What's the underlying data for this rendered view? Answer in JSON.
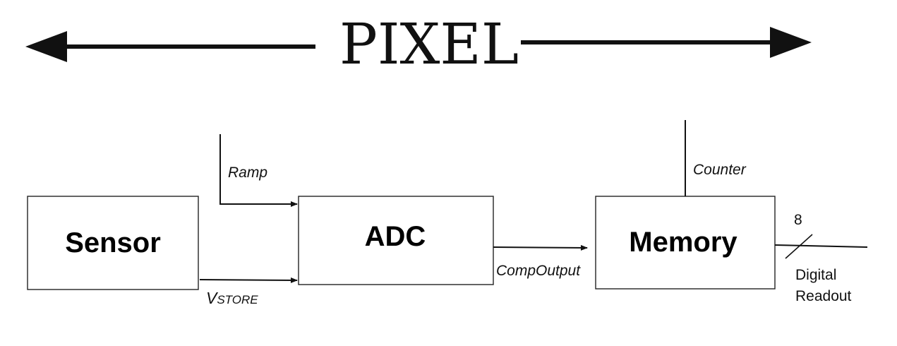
{
  "title": "PIXEL",
  "blocks": {
    "sensor": "Sensor",
    "adc": "ADC",
    "memory": "Memory"
  },
  "signals": {
    "ramp": "Ramp",
    "vstore_v": "V",
    "vstore_sub": "STORE",
    "comp_output": "CompOutput",
    "counter": "Counter",
    "bus_width": "8",
    "digital_line1": "Digital",
    "digital_line2": "Readout"
  }
}
